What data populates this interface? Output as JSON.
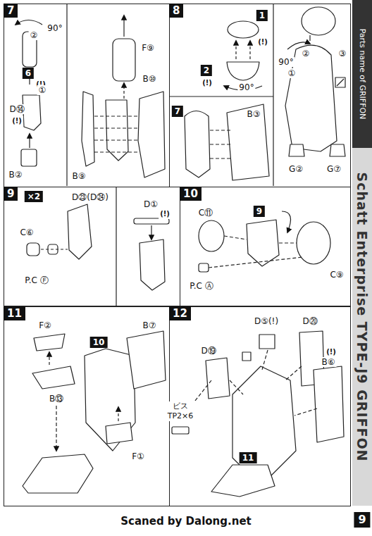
{
  "diagram": {
    "title": "Schatt Enterprise TYPE-J9 GRIFFON",
    "nodes": [
      {
        "text": [
          "7"
        ]
      },
      {
        "text": [
          "8"
        ]
      },
      {
        "text": [
          "9"
        ]
      },
      {
        "text": [
          "10"
        ]
      },
      {
        "text": [
          "11"
        ]
      },
      {
        "text": [
          "12"
        ]
      }
    ],
    "labels": [
      "②",
      "90°",
      "6",
      "(!)",
      "①",
      "D⑭",
      "(!)",
      "B②",
      "F⑨",
      "B⑩",
      "B⑨",
      "1",
      "(!)",
      "2",
      "(!)",
      "90°",
      "90°",
      "①",
      "②",
      "③",
      "7",
      "B③",
      "G②",
      "G⑦",
      "×2",
      "C⑥",
      "D㉓(D㉔)",
      "P.C Ⓕ",
      "D①",
      "(!)",
      "C⑪",
      "9",
      "C⑨",
      "P.C Ⓐ",
      "F②",
      "10",
      "B⑦",
      "B⑬",
      "F①",
      "D⑤(!)",
      "D⑳",
      "D⑲",
      "(!)",
      "B⑥",
      "11",
      "ビス TP2×6",
      "Parts name of GRIFFON",
      "Scaned by Dalong.net",
      "9"
    ]
  }
}
